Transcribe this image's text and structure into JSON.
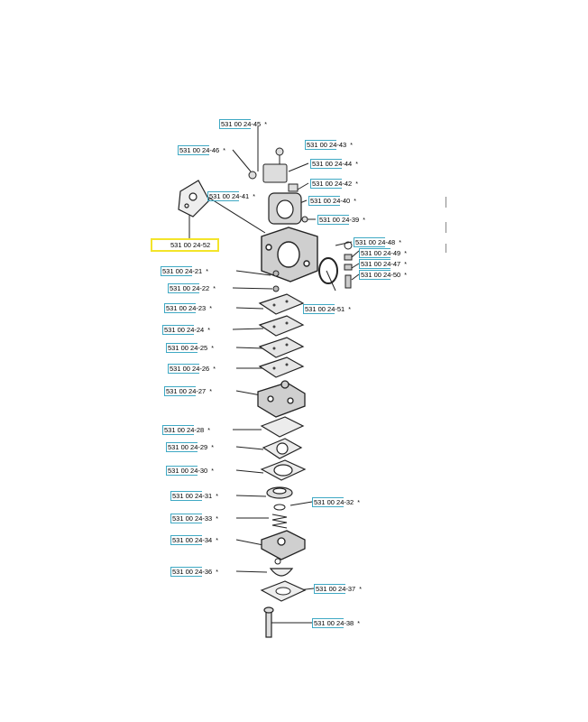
{
  "diagram": {
    "star": "*",
    "highlight_color": "#f3e42a",
    "label_box_color": "#3fa9c4",
    "parts": [
      {
        "id": "45",
        "text": "531 00 24-45"
      },
      {
        "id": "43",
        "text": "531 00 24-43"
      },
      {
        "id": "46",
        "text": "531 00 24-46"
      },
      {
        "id": "44",
        "text": "531 00 24-44"
      },
      {
        "id": "42",
        "text": "531 00 24-42"
      },
      {
        "id": "41",
        "text": "531 00 24-41"
      },
      {
        "id": "40",
        "text": "531 00 24-40"
      },
      {
        "id": "39",
        "text": "531 00 24-39"
      },
      {
        "id": "52",
        "text": "531 00 24-52"
      },
      {
        "id": "48",
        "text": "531 00 24-48"
      },
      {
        "id": "49",
        "text": "531 00 24-49"
      },
      {
        "id": "47",
        "text": "531 00 24-47"
      },
      {
        "id": "50",
        "text": "531 00 24-50"
      },
      {
        "id": "21",
        "text": "531 00 24-21"
      },
      {
        "id": "22",
        "text": "531 00 24-22"
      },
      {
        "id": "51",
        "text": "531 00 24-51"
      },
      {
        "id": "23",
        "text": "531 00 24-23"
      },
      {
        "id": "24",
        "text": "531 00 24-24"
      },
      {
        "id": "25",
        "text": "531 00 24-25"
      },
      {
        "id": "26",
        "text": "531 00 24-26"
      },
      {
        "id": "27",
        "text": "531 00 24-27"
      },
      {
        "id": "28",
        "text": "531 00 24-28"
      },
      {
        "id": "29",
        "text": "531 00 24-29"
      },
      {
        "id": "30",
        "text": "531 00 24-30"
      },
      {
        "id": "31",
        "text": "531 00 24-31"
      },
      {
        "id": "32",
        "text": "531 00 24-32"
      },
      {
        "id": "33",
        "text": "531 00 24-33"
      },
      {
        "id": "34",
        "text": "531 00 24-34"
      },
      {
        "id": "36",
        "text": "531 00 24-36"
      },
      {
        "id": "37",
        "text": "531 00 24-37"
      },
      {
        "id": "38",
        "text": "531 00 24-38"
      }
    ]
  }
}
